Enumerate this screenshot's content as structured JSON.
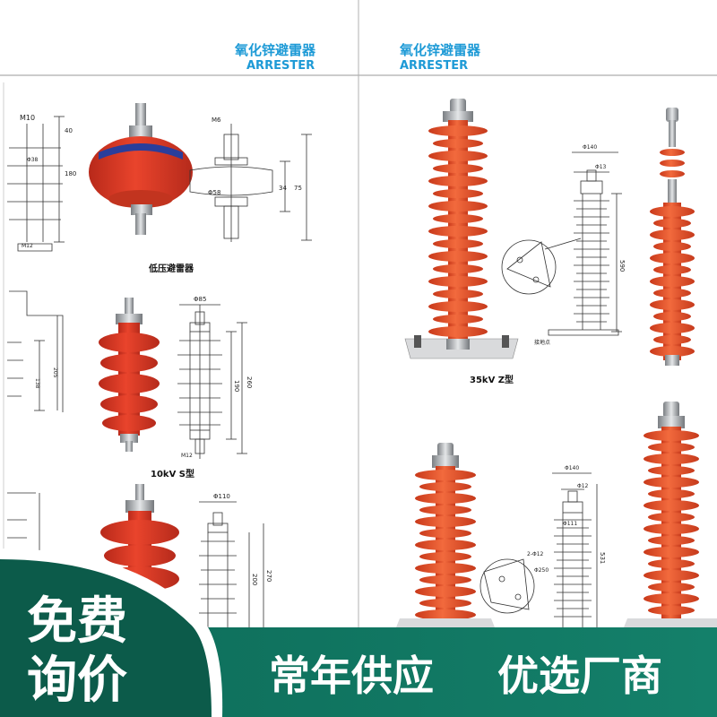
{
  "header": {
    "left_zh": "氧化锌避雷器",
    "left_en": "ARRESTER",
    "right_zh": "氧化锌避雷器",
    "right_en": "ARRESTER"
  },
  "captions": {
    "low_voltage": "低压避雷器",
    "type_10kv": "10kV S型",
    "type_35kv": "35kV Z型"
  },
  "dims": {
    "m10": "M10",
    "d40": "40",
    "d180": "180",
    "d38": "Φ38",
    "m12a": "M12",
    "m6": "M6",
    "d58": "Φ58",
    "d34": "34",
    "d75": "75",
    "d85": "Φ85",
    "d138": "138",
    "d205": "205",
    "d190": "190",
    "d260": "260",
    "m12b": "M12",
    "d110": "Φ110",
    "d200": "200",
    "d270": "270",
    "d140a": "Φ140",
    "d13": "Φ13",
    "d590": "590",
    "plate": "接地点",
    "d140b": "Φ140",
    "d12": "Φ12",
    "d111": "Φ111",
    "d250": "Φ250",
    "d2x12": "2-Φ12",
    "d531": "531"
  },
  "banner": {
    "badge_line1": "免费",
    "badge_line2": "询价",
    "slogan1": "常年供应",
    "slogan2": "优选厂商"
  },
  "colors": {
    "accent_blue": "#1d9ad6",
    "arrester_orange": "#e8512a",
    "banner_green": "#0f6e5c",
    "badge_green": "#0c5b4a"
  }
}
